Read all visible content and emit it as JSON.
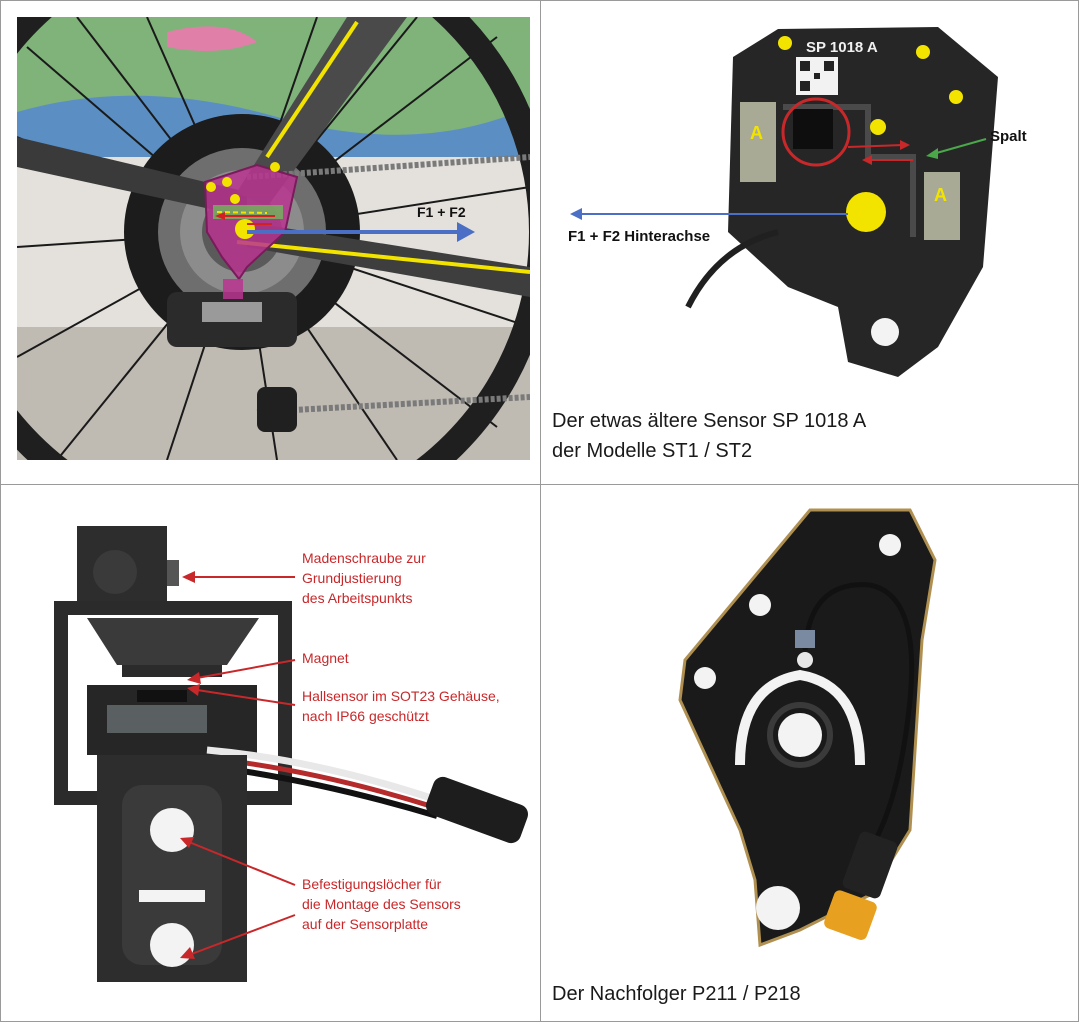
{
  "top_left": {
    "label_force": "F1 + F2"
  },
  "top_right": {
    "plate_code": "SP  1018 A",
    "label_gap": "Spalt",
    "label_axle": "F1 + F2 Hinterachse",
    "label_a": "A",
    "caption_line1": "Der etwas ältere Sensor SP 1018 A",
    "caption_line2": "der Modelle ST1 / ST2"
  },
  "bottom_left": {
    "ann_screw_1": "Madenschraube zur",
    "ann_screw_2": "Grundjustierung",
    "ann_screw_3": "des Arbeitspunkts",
    "ann_magnet": "Magnet",
    "ann_hall_1": "Hallsensor im SOT23 Gehäuse,",
    "ann_hall_2": "nach IP66 geschützt",
    "ann_holes_1": "Befestigungslöcher für",
    "ann_holes_2": "die Montage des Sensors",
    "ann_holes_3": "auf der Sensorplatte"
  },
  "bottom_right": {
    "caption": "Der Nachfolger P211 / P218"
  },
  "colors": {
    "annotation_red": "#c8282a",
    "arrow_blue": "#4a6fc4",
    "marker_yellow": "#f3e400"
  }
}
